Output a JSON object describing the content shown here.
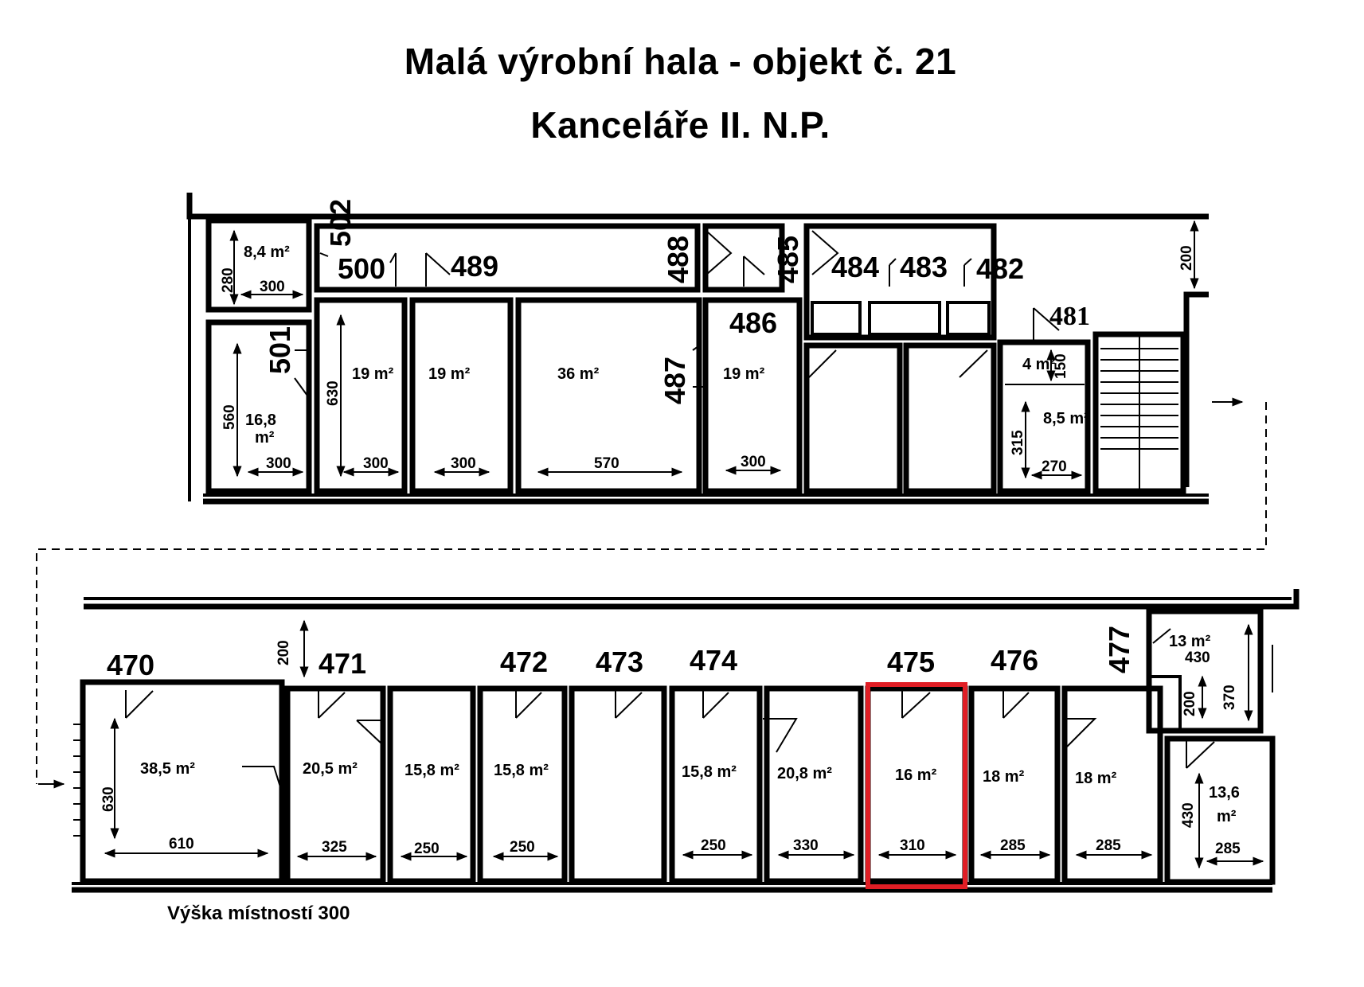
{
  "title": "Malá výrobní hala - objekt č. 21",
  "subtitle": "Kanceláře II. N.P.",
  "note": "Výška místností 300",
  "highlight_color": "#e01e25",
  "upper_floor": {
    "rooms": [
      {
        "number": "502",
        "area": "8,4 m²",
        "depth": "280",
        "width": "300"
      },
      {
        "number": "501",
        "area_line1": "16,8",
        "area_line2": "m²",
        "depth": "560",
        "width": "300"
      },
      {
        "number": "500",
        "area": "19 m²",
        "depth": "630",
        "width": "300"
      },
      {
        "number": "489",
        "area": "19  m²",
        "width": "300"
      },
      {
        "number": "488",
        "area": "36  m²",
        "width": "570"
      },
      {
        "number": "487"
      },
      {
        "number": "486",
        "area": "19  m²",
        "width": "300"
      },
      {
        "number": "485"
      },
      {
        "number": "484"
      },
      {
        "number": "483"
      },
      {
        "number": "482"
      },
      {
        "number": "481",
        "area_small": "4 m²",
        "depth_small": "150",
        "area": "8,5 m²",
        "depth": "315",
        "width": "270"
      }
    ],
    "corridor_width": "200"
  },
  "lower_floor": {
    "corridor_width": "200",
    "depth": "630",
    "rooms": [
      {
        "number": "470",
        "area": "38,5 m²",
        "width": "610"
      },
      {
        "number": "471",
        "area": "20,5  m²",
        "width": "325"
      },
      {
        "number": "",
        "area": "15,8 m²",
        "width": "250"
      },
      {
        "number": "472",
        "area": "15,8 m²",
        "width": "250"
      },
      {
        "number": "473"
      },
      {
        "number": "474",
        "area": "15,8  m²",
        "width": "250"
      },
      {
        "number": "",
        "area": "20,8 m²",
        "width": "330"
      },
      {
        "number": "475",
        "area": "16 m²",
        "width": "310",
        "highlighted": true
      },
      {
        "number": "476",
        "area": "18 m²",
        "width": "285"
      },
      {
        "number": "",
        "area": "18 m²",
        "width": "285"
      },
      {
        "number": "477",
        "area": "13 m²",
        "width": "430",
        "depth_a": "200",
        "depth_b": "370"
      },
      {
        "number": "",
        "area_line1": "13,6",
        "area_line2": "m²",
        "depth": "430",
        "width": "285"
      }
    ]
  }
}
